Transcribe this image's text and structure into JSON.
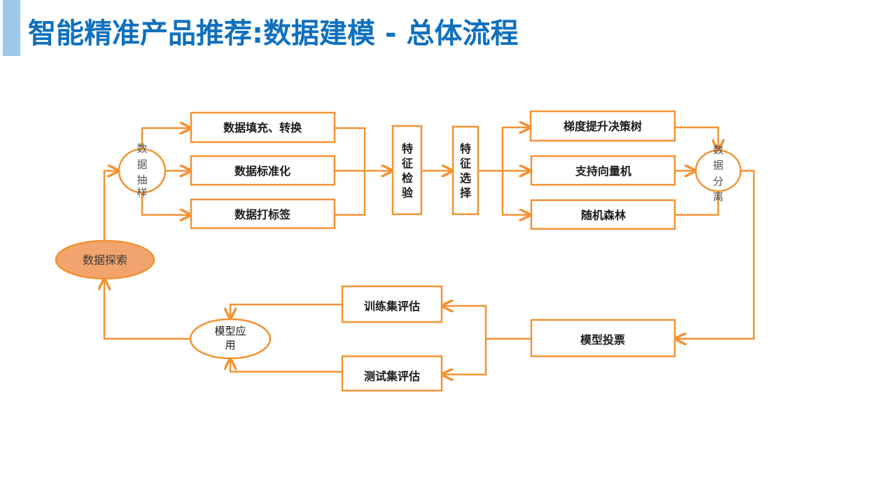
{
  "header": {
    "title": "智能精准产品推荐:数据建模 - 总体流程"
  },
  "colors": {
    "accent_bar": "#9ec8ea",
    "title": "#0f70be",
    "flow_line": "#f39232",
    "explore_fill": "#f2a46e"
  },
  "flow": {
    "explore": "数据探索",
    "sampling": [
      "数",
      "据",
      "抽",
      "样"
    ],
    "prep": {
      "fill_convert": "数据填充、转换",
      "standardize": "数据标准化",
      "labeling": "数据打标签"
    },
    "feature_check": [
      "特",
      "征",
      "检",
      "验"
    ],
    "feature_select": [
      "特",
      "征",
      "选",
      "择"
    ],
    "models": {
      "gbdt": "梯度提升决策树",
      "svm": "支持向量机",
      "rf": "随机森林"
    },
    "split": [
      "数",
      "据",
      "分",
      "离"
    ],
    "vote": "模型投票",
    "train_eval": "训练集评估",
    "test_eval": "测试集评估",
    "apply_line1": "模型应",
    "apply_line2": "用"
  }
}
